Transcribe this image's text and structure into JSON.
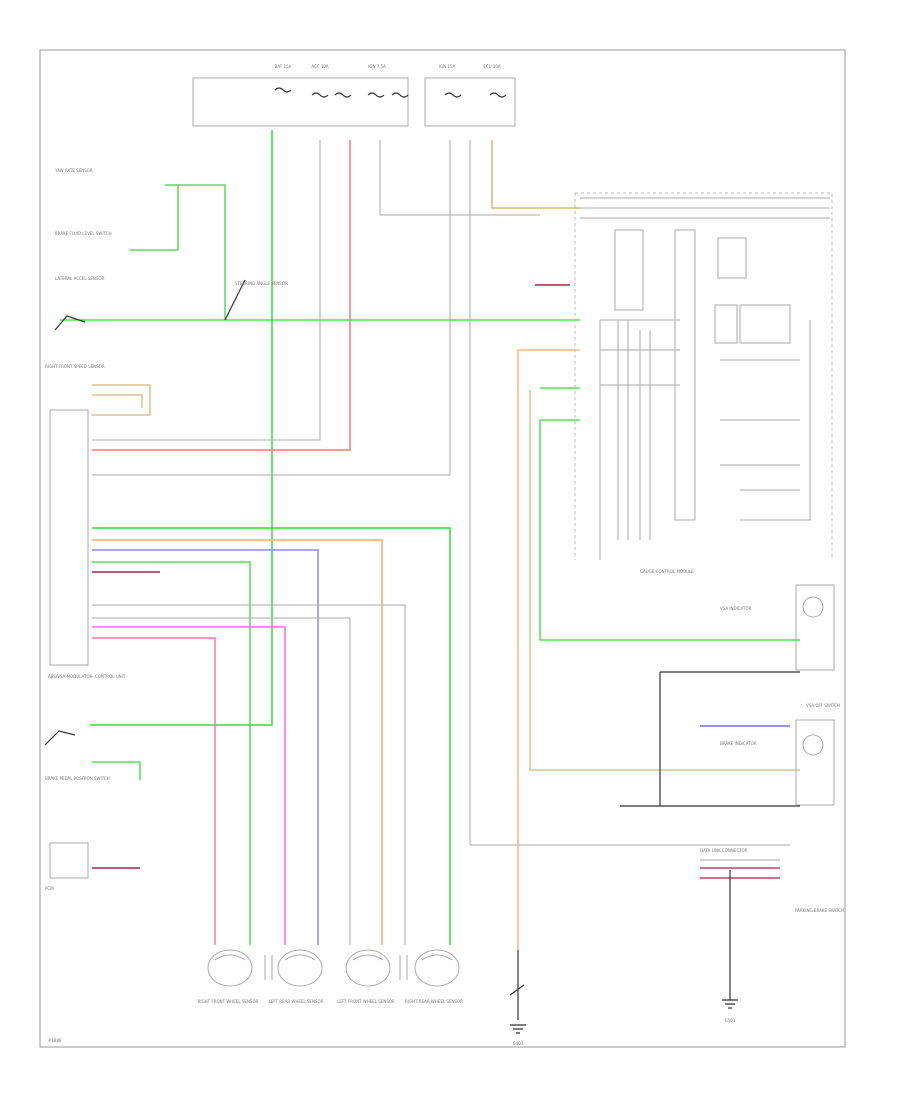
{
  "diagram": {
    "top_fuse_labels": [
      "BAT 15A",
      "ACC 10A",
      "IGN 7.5A",
      "IGN 15A",
      "ECU 10A"
    ],
    "left_labels": {
      "yaw_rate": "YAW RATE SENSOR",
      "brake_fluid": "BRAKE FLUID LEVEL SWITCH",
      "lateral_accel": "LATERAL ACCEL SENSOR",
      "steering_angle": "STEERING ANGLE SENSOR",
      "right_front_sensor": "RIGHT FRONT SPEED SENSOR",
      "abs_module": "ABS/VSA MODULATOR- CONTROL UNIT",
      "brake_pedal": "BRAKE PEDAL POSITION SWITCH",
      "pcm": "PCM"
    },
    "right_labels": {
      "gauge_control_module": "GAUGE CONTROL MODULE",
      "vsa_indicator": "VSA INDICATOR",
      "brake_indicator": "BRAKE INDICATOR",
      "vsa_off_switch": "VSA OFF SWITCH",
      "data_link": "DATA LINK CONNECTOR",
      "parking_brake": "PARKING BRAKE SWITCH",
      "ground_right": "G501",
      "ground_center": "G401"
    },
    "sensor_labels": [
      "RIGHT FRONT WHEEL SENSOR",
      "LEFT REAR WHEEL SENSOR",
      "LEFT FRONT WHEEL SENSOR",
      "RIGHT REAR WHEEL SENSOR"
    ],
    "wire_colors": [
      "LT GRN",
      "RED",
      "BLU",
      "PNK",
      "ORN",
      "YEL",
      "BRN",
      "GRY",
      "WHT",
      "BLK"
    ],
    "footer_code": "#1888"
  }
}
